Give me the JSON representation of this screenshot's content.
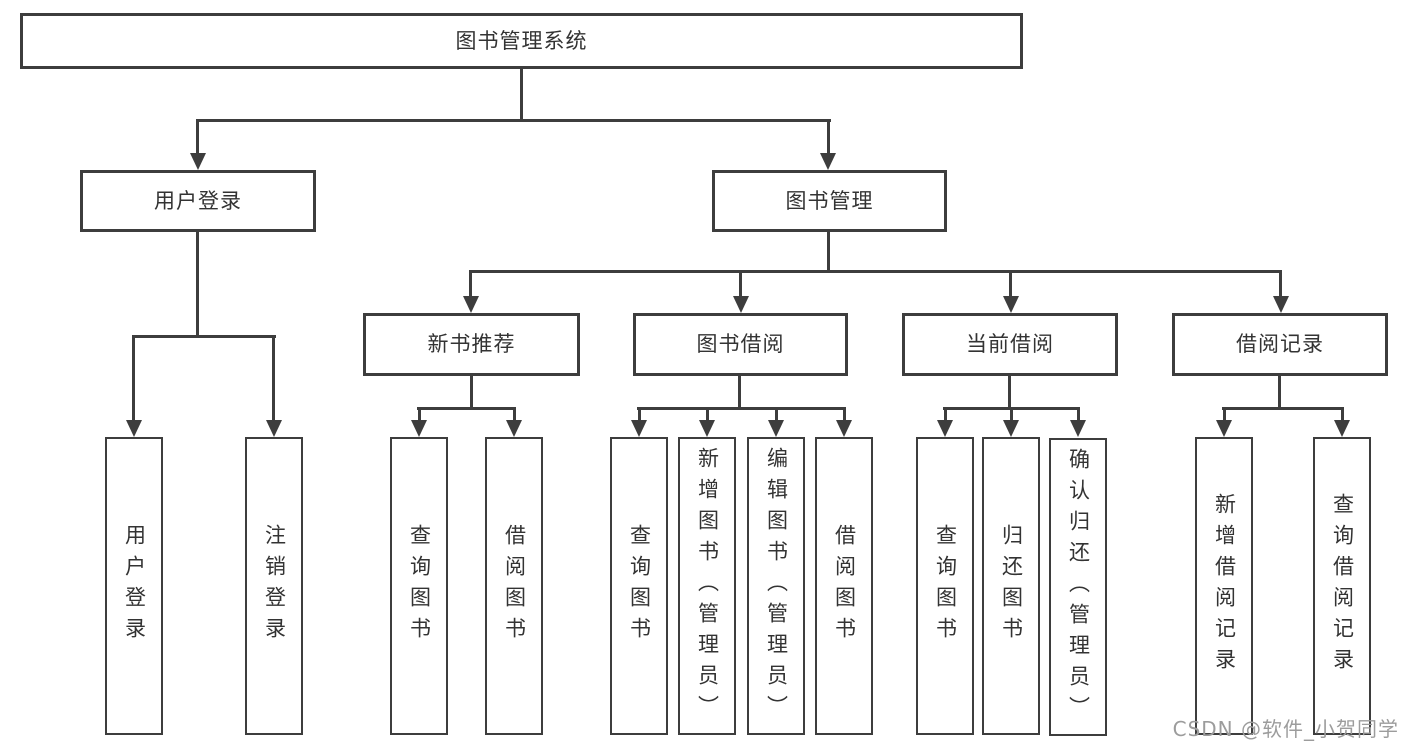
{
  "colors": {
    "line": "#3d3d3d",
    "text": "#333333",
    "watermark": "#9c9c9c",
    "background": "#ffffff"
  },
  "tree": {
    "root": {
      "label": "图书管理系统",
      "children": [
        {
          "label": "用户登录",
          "children": [
            {
              "label": "用户登录"
            },
            {
              "label": "注销登录"
            }
          ]
        },
        {
          "label": "图书管理",
          "children": [
            {
              "label": "新书推荐",
              "children": [
                {
                  "label": "查询图书"
                },
                {
                  "label": "借阅图书"
                }
              ]
            },
            {
              "label": "图书借阅",
              "children": [
                {
                  "label": "查询图书"
                },
                {
                  "label": "新增图书（管理员）"
                },
                {
                  "label": "编辑图书（管理员）"
                },
                {
                  "label": "借阅图书"
                }
              ]
            },
            {
              "label": "当前借阅",
              "children": [
                {
                  "label": "查询图书"
                },
                {
                  "label": "归还图书"
                },
                {
                  "label": "确认归还（管理员）"
                }
              ]
            },
            {
              "label": "借阅记录",
              "children": [
                {
                  "label": "新增借阅记录"
                },
                {
                  "label": "查询借阅记录"
                }
              ]
            }
          ]
        }
      ]
    }
  },
  "watermark": {
    "text": "CSDN @软件_小贺同学"
  }
}
